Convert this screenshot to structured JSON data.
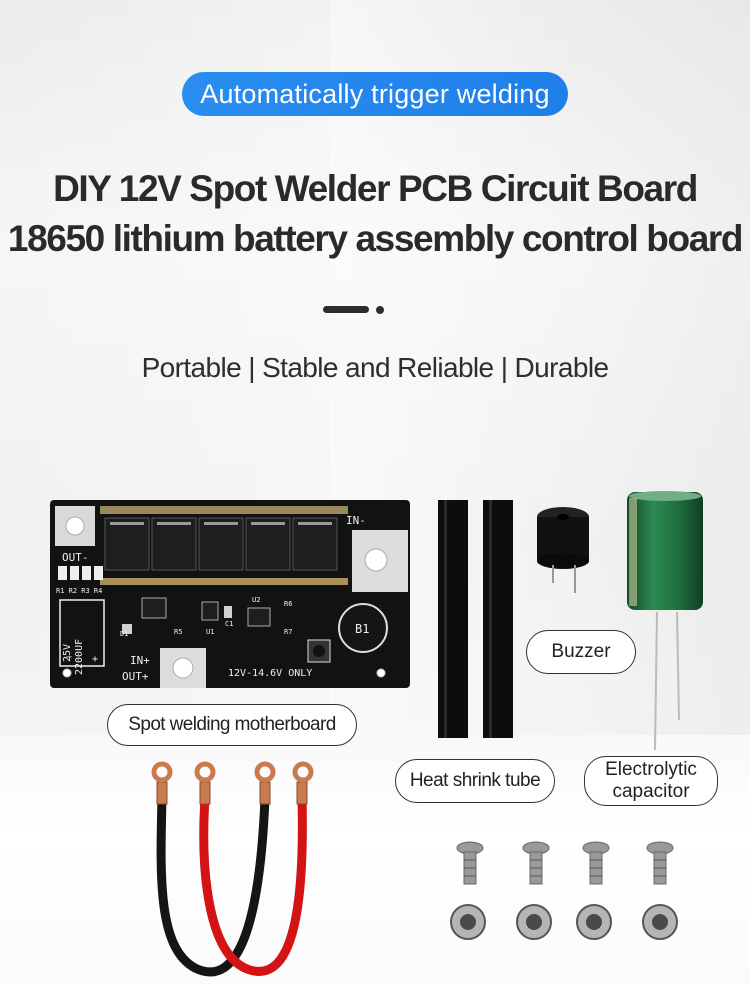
{
  "banner": {
    "label": "Automatically trigger welding",
    "color": "#2489ed"
  },
  "title": {
    "line1": "DIY 12V Spot Welder PCB Circuit Board",
    "line2": "18650 lithium battery assembly control board"
  },
  "subtitle": "Portable | Stable and Reliable | Durable",
  "labels": {
    "motherboard": "Spot welding motherboard",
    "buzzer": "Buzzer",
    "heat_shrink": "Heat shrink tube",
    "capacitor_line1": "Electrolytic",
    "capacitor_line2": "capacitor"
  },
  "pcb": {
    "in_minus": "IN-",
    "out_minus": "OUT-",
    "in_plus": "IN+",
    "out_plus": "OUT+",
    "resistors": "R1 R2 R3 R4",
    "cap_rating_1": "25V",
    "cap_rating_2": "2200UF",
    "minus": "−",
    "plus": "+",
    "d1": "D1",
    "u1": "U1",
    "c1": "C1",
    "u2": "U2",
    "r6": "R6",
    "r5": "R5",
    "r7": "R7",
    "b1": "B1",
    "voltage": "12V-14.6V  ONLY"
  },
  "colors": {
    "pcb": "#111111",
    "wire_red": "#d41414",
    "wire_black": "#151515",
    "capacitor": "#1f6b3c",
    "copper": "#c97a4f"
  }
}
